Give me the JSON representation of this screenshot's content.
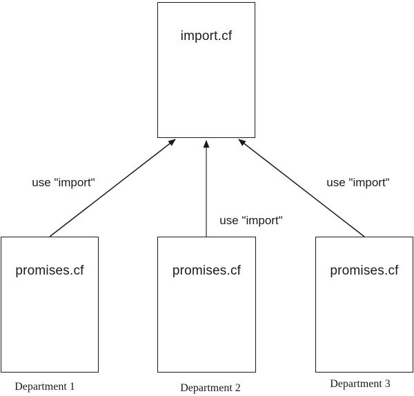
{
  "diagram": {
    "root_node": {
      "label": "import.cf"
    },
    "departments": [
      {
        "caption": "Department 1",
        "file_label": "promises.cf",
        "edge_label": "use \"import\""
      },
      {
        "caption": "Department 2",
        "file_label": "promises.cf",
        "edge_label": "use \"import\""
      },
      {
        "caption": "Department 3",
        "file_label": "promises.cf",
        "edge_label": "use \"import\""
      }
    ]
  },
  "colors": {
    "line": "#1a1a1a",
    "middle_line": "#808080",
    "background": "#ffffff",
    "text": "#1a1a1a"
  }
}
